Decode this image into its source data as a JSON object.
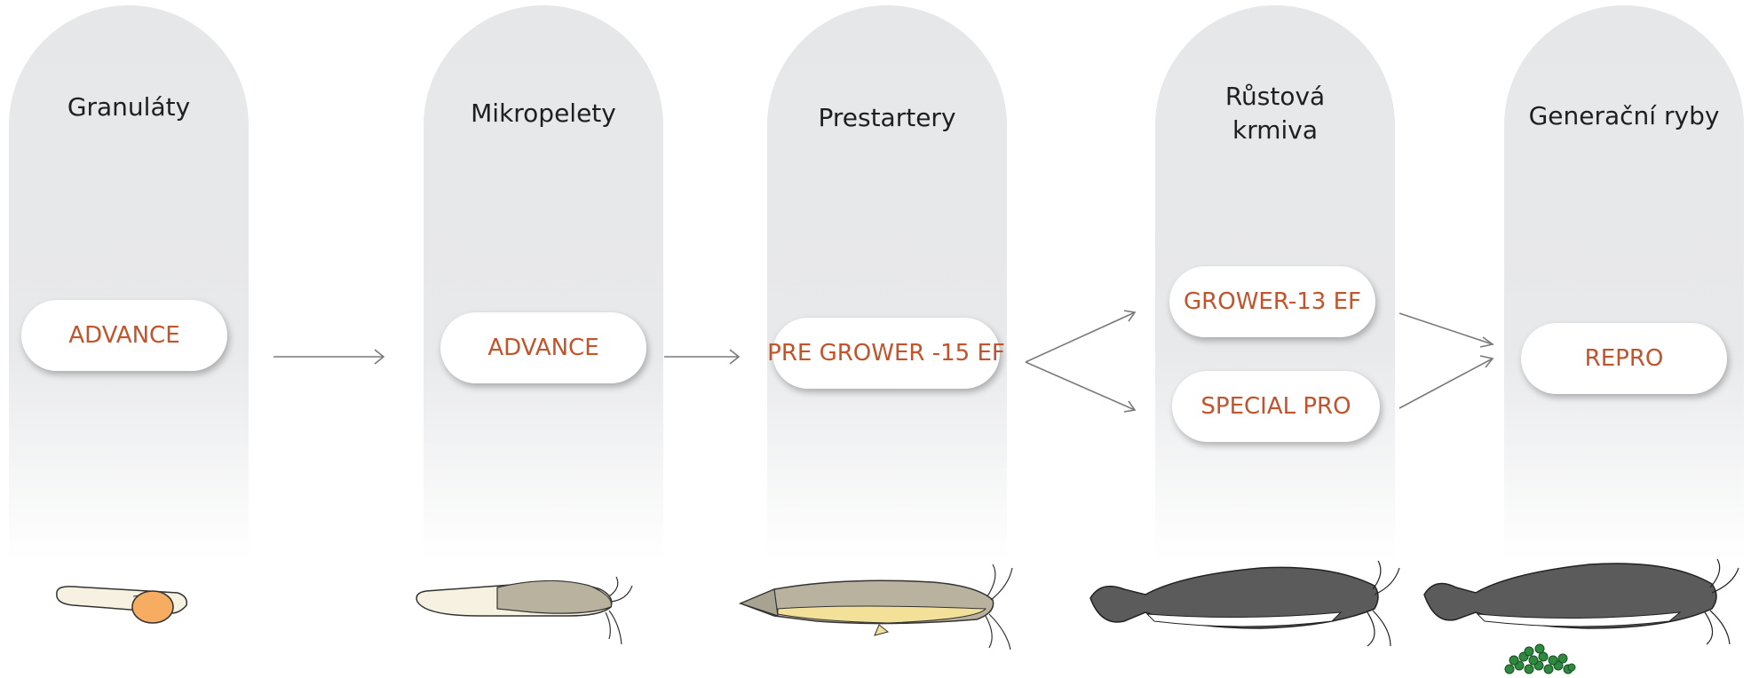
{
  "stages": [
    {
      "title": "Granuláty",
      "product": "ADVANCE"
    },
    {
      "title": "Mikropelety",
      "product": "ADVANCE"
    },
    {
      "title": "Prestartery",
      "product": "PRE GROWER -15 EF"
    },
    {
      "title": "Růstová krmiva",
      "title_line1": "Růstová",
      "title_line2": "krmiva",
      "products": [
        "GROWER-13 EF",
        "SPECIAL PRO"
      ]
    },
    {
      "title": "Generační ryby",
      "product": "REPRO"
    }
  ],
  "colors": {
    "column": "#e6e7e9",
    "product_text": "#c2532a",
    "arrow": "#7a7a7a",
    "fish_dark": "#5b5b5b",
    "fish_tan": "#b9b29e",
    "egg_yolk": "#f6ad62",
    "eggs_green": "#2d8a3e"
  },
  "icons": [
    "larva-icon",
    "fry-icon",
    "juvenile-catfish-icon",
    "adult-catfish-icon",
    "broodstock-catfish-icon",
    "fish-eggs-icon"
  ]
}
